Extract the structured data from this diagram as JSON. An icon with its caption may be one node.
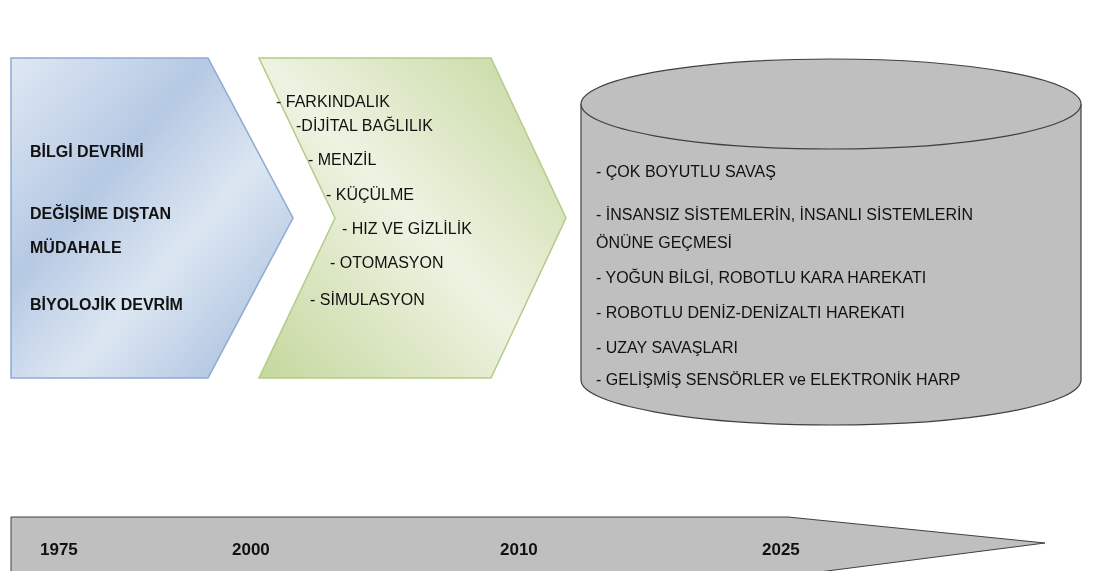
{
  "diagram": {
    "nodes": [
      {
        "text": [
          "BİLGİ DEVRİMİ",
          "DEĞİŞİME DIŞTAN MÜDAHALE",
          "BİYOLOJİK DEVRİM"
        ]
      },
      {
        "text": [
          "- FARKINDALIK",
          "-DİJİTAL BAĞLILIK",
          "- MENZİL",
          "- KÜÇÜLME",
          "- HIZ VE GİZLİLİK",
          "- OTOMASYON",
          "- SİMULASYON"
        ]
      },
      {
        "text": [
          "- ÇOK BOYUTLU SAVAŞ",
          "- İNSANSIZ SİSTEMLERİN, İNSANLI SİSTEMLERİN ÖNÜNE GEÇMESİ",
          "- YOĞUN BİLGİ, ROBOTLU KARA HAREKATI",
          "- ROBOTLU DENİZ-DENİZALTI HAREKATI",
          "- UZAY SAVAŞLARI",
          "- GELİŞMİŞ SENSÖRLER ve ELEKTRONİK HARP"
        ]
      },
      {
        "text": [
          "1975",
          "2000",
          "2010",
          "2025"
        ]
      }
    ]
  }
}
